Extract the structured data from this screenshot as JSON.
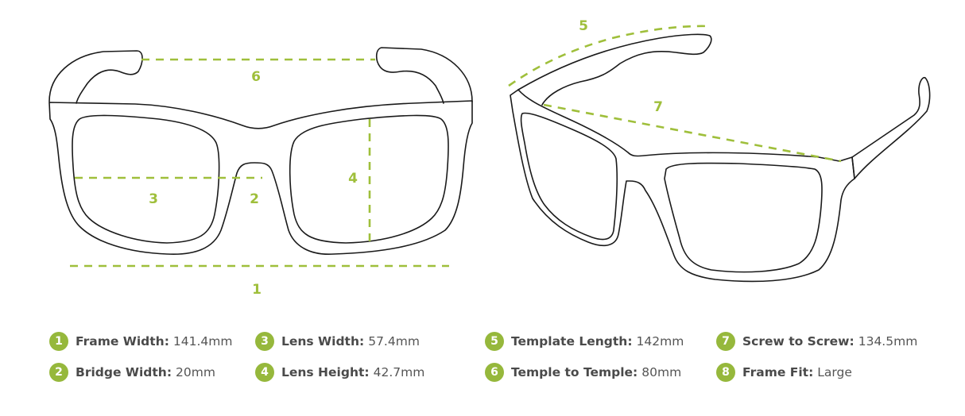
{
  "colors": {
    "accent": "#96b83c",
    "dash": "#9fbf3b",
    "outline": "#1a1a1a",
    "label_text": "#4a4a4a"
  },
  "diagram": {
    "front_view_labels": {
      "m1": "1",
      "m2": "2",
      "m3": "3",
      "m4": "4",
      "m6": "6"
    },
    "side_view_labels": {
      "m5": "5",
      "m7": "7"
    }
  },
  "legend": [
    {
      "num": "1",
      "label": "Frame Width:",
      "value": "141.4mm"
    },
    {
      "num": "2",
      "label": "Bridge Width:",
      "value": "20mm"
    },
    {
      "num": "3",
      "label": "Lens Width:",
      "value": "57.4mm"
    },
    {
      "num": "4",
      "label": "Lens Height:",
      "value": "42.7mm"
    },
    {
      "num": "5",
      "label": "Template Length:",
      "value": "142mm"
    },
    {
      "num": "6",
      "label": "Temple to Temple:",
      "value": "80mm"
    },
    {
      "num": "7",
      "label": "Screw to Screw:",
      "value": "134.5mm"
    },
    {
      "num": "8",
      "label": "Frame Fit:",
      "value": "Large"
    }
  ]
}
